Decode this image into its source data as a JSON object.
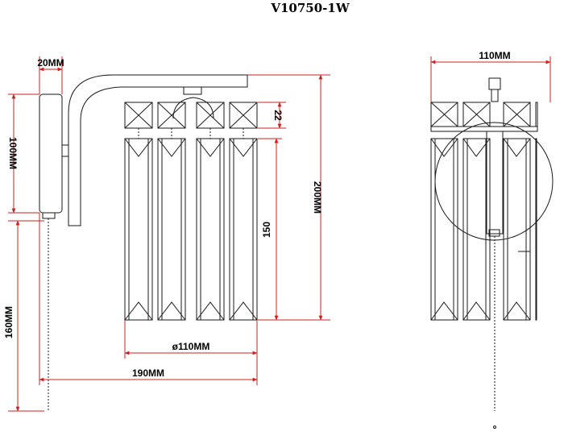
{
  "title": "V10750-1W",
  "dimensions": {
    "base_depth": "20MM",
    "base_height": "100MM",
    "chain_length": "160MM",
    "crystal_top": "22",
    "crystal_body": "150",
    "total_height": "200MM",
    "diameter": "ø110MM",
    "projection": "190MM",
    "front_width": "110MM"
  },
  "colors": {
    "dimension_line": "#d11f1f",
    "drawing_line": "#1a1a1a"
  }
}
